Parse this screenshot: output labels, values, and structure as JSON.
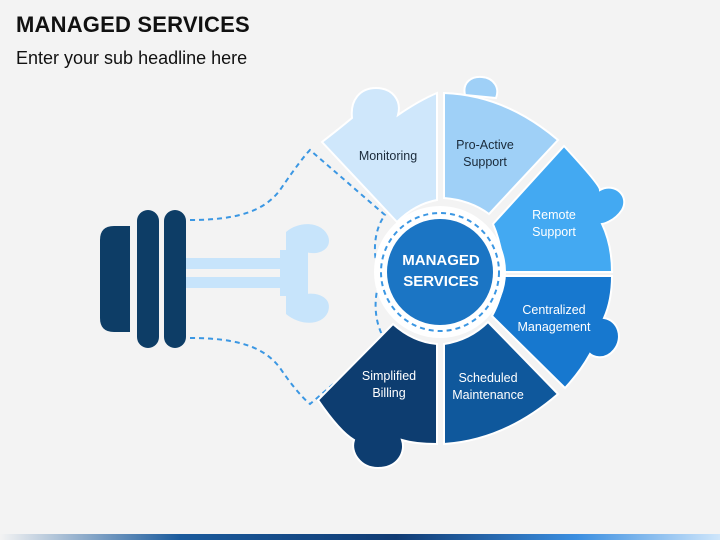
{
  "header": {
    "title": "MANAGED SERVICES",
    "subtitle": "Enter your sub headline here"
  },
  "center": {
    "line1": "MANAGED",
    "line2": "SERVICES",
    "color": "#1b75c4"
  },
  "segments": [
    {
      "line1": "Monitoring",
      "line2": "",
      "color": "#cfe7fb",
      "text_color": "#1a2a3a"
    },
    {
      "line1": "Pro-Active",
      "line2": "Support",
      "color": "#9fd0f7",
      "text_color": "#1a2a3a"
    },
    {
      "line1": "Remote",
      "line2": "Support",
      "color": "#43a9f2",
      "text_color": "#ffffff"
    },
    {
      "line1": "Centralized",
      "line2": "Management",
      "color": "#1778cf",
      "text_color": "#ffffff"
    },
    {
      "line1": "Scheduled",
      "line2": "Maintenance",
      "color": "#0f589c",
      "text_color": "#ffffff"
    },
    {
      "line1": "Simplified",
      "line2": "Billing",
      "color": "#0d3d70",
      "text_color": "#ffffff"
    }
  ],
  "colors": {
    "bulb_base": "#0d3d66",
    "filament": "#c7e4fb",
    "dashed_outline": "#3b97e3",
    "white_ring": "#ffffff"
  }
}
